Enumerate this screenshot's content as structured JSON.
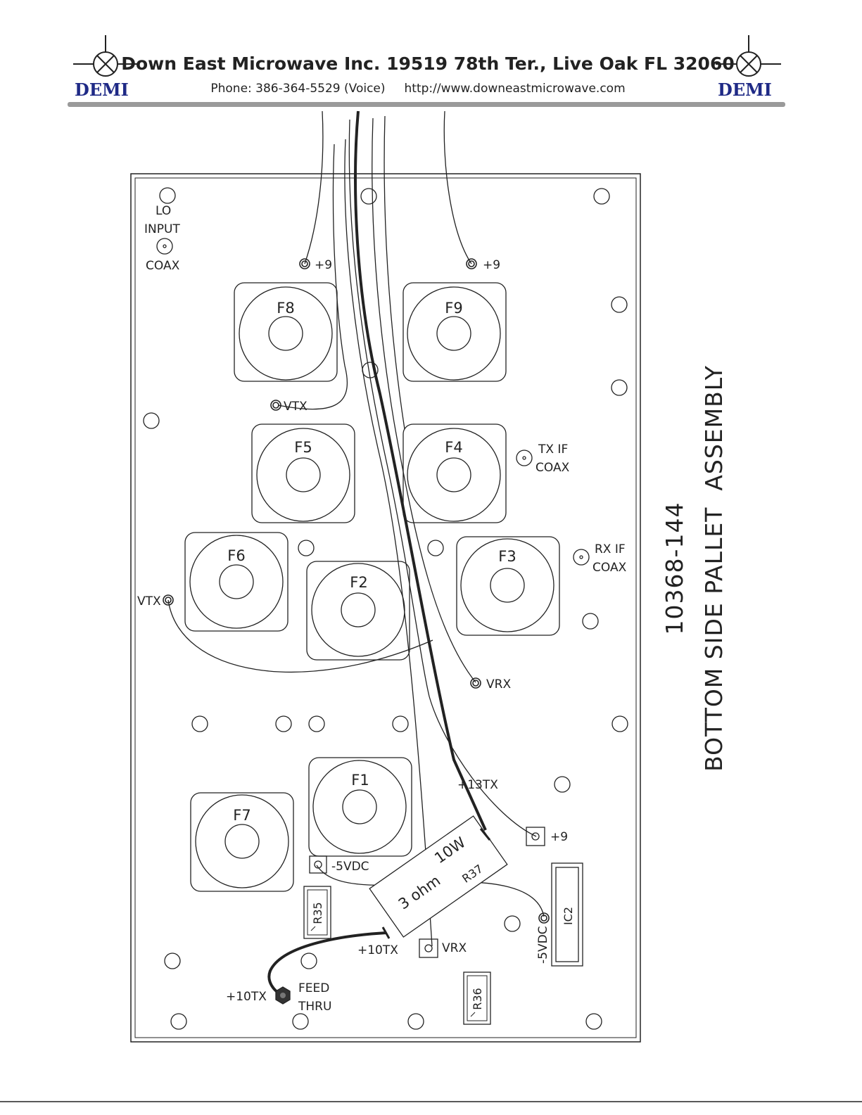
{
  "header": {
    "company": "Down East Microwave Inc. 19519 78th Ter., Live Oak FL 32060",
    "contact": "Phone: 386-364-5529 (Voice)     http://www.downeastmicrowave.com",
    "logo_left": "DEMI",
    "logo_right": "DEMI"
  },
  "title": {
    "part_number": "10368-144",
    "assembly": "BOTTOM SIDE PALLET  ASSEMBLY"
  },
  "filters": [
    "F8",
    "F9",
    "F5",
    "F4",
    "F6",
    "F2",
    "F3",
    "F1",
    "F7"
  ],
  "labels": {
    "lo_input_1": "LO",
    "lo_input_2": "INPUT",
    "lo_input_3": "COAX",
    "plus9_a": "+9",
    "plus9_b": "+9",
    "plus9_c": "+9",
    "vtx_a": "VTX",
    "vtx_b": "VTX",
    "tx_if_1": "TX IF",
    "tx_if_2": "COAX",
    "rx_if_1": "RX IF",
    "rx_if_2": "COAX",
    "vrx_a": "VRX",
    "vrx_b": "VRX",
    "plus13tx": "+13TX",
    "minus5vdc_a": "-5VDC",
    "minus5vdc_b": "-5VDC",
    "plus10tx_a": "+10TX",
    "plus10tx_b": "+10TX",
    "feed_1": "FEED",
    "feed_2": "THRU"
  },
  "parts": {
    "r35": "R35",
    "r36": "R36",
    "r37": "R37",
    "ic2": "IC2",
    "r37_value": "3 ohm",
    "r37_power": "10W"
  },
  "colors": {
    "line": "#222222",
    "logo": "#1f2a86",
    "header_bar": "#9a9a9a"
  }
}
